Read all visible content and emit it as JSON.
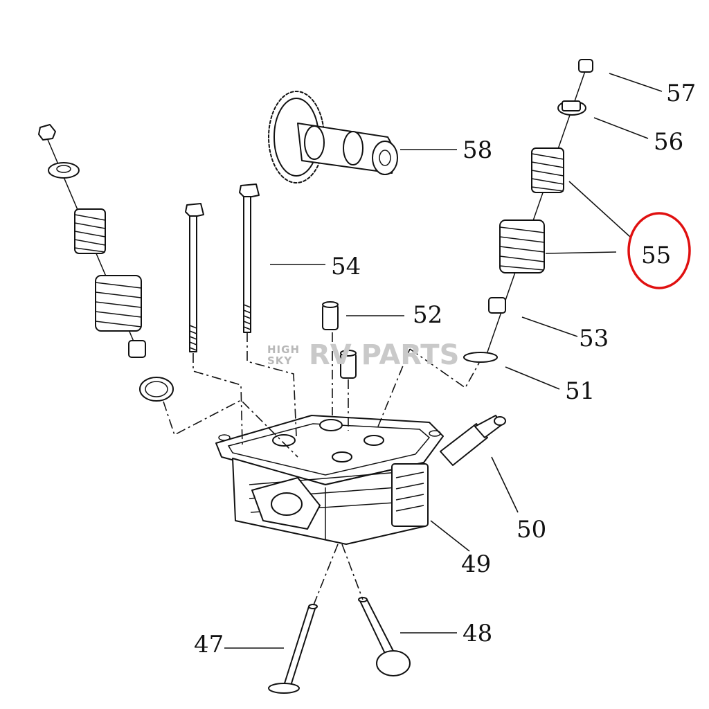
{
  "diagram": {
    "parts": [
      {
        "id": "p47",
        "label": "47"
      },
      {
        "id": "p48",
        "label": "48"
      },
      {
        "id": "p49",
        "label": "49"
      },
      {
        "id": "p50",
        "label": "50"
      },
      {
        "id": "p51",
        "label": "51"
      },
      {
        "id": "p52",
        "label": "52"
      },
      {
        "id": "p53",
        "label": "53"
      },
      {
        "id": "p54",
        "label": "54"
      },
      {
        "id": "p55",
        "label": "55"
      },
      {
        "id": "p56",
        "label": "56"
      },
      {
        "id": "p57",
        "label": "57"
      },
      {
        "id": "p58",
        "label": "58"
      }
    ],
    "highlighted_part": "55",
    "highlight_color": "#e01010",
    "line_color": "#111111"
  },
  "watermark": {
    "line1": "HIGH",
    "line2": "SKY",
    "brand": "RV PARTS"
  }
}
